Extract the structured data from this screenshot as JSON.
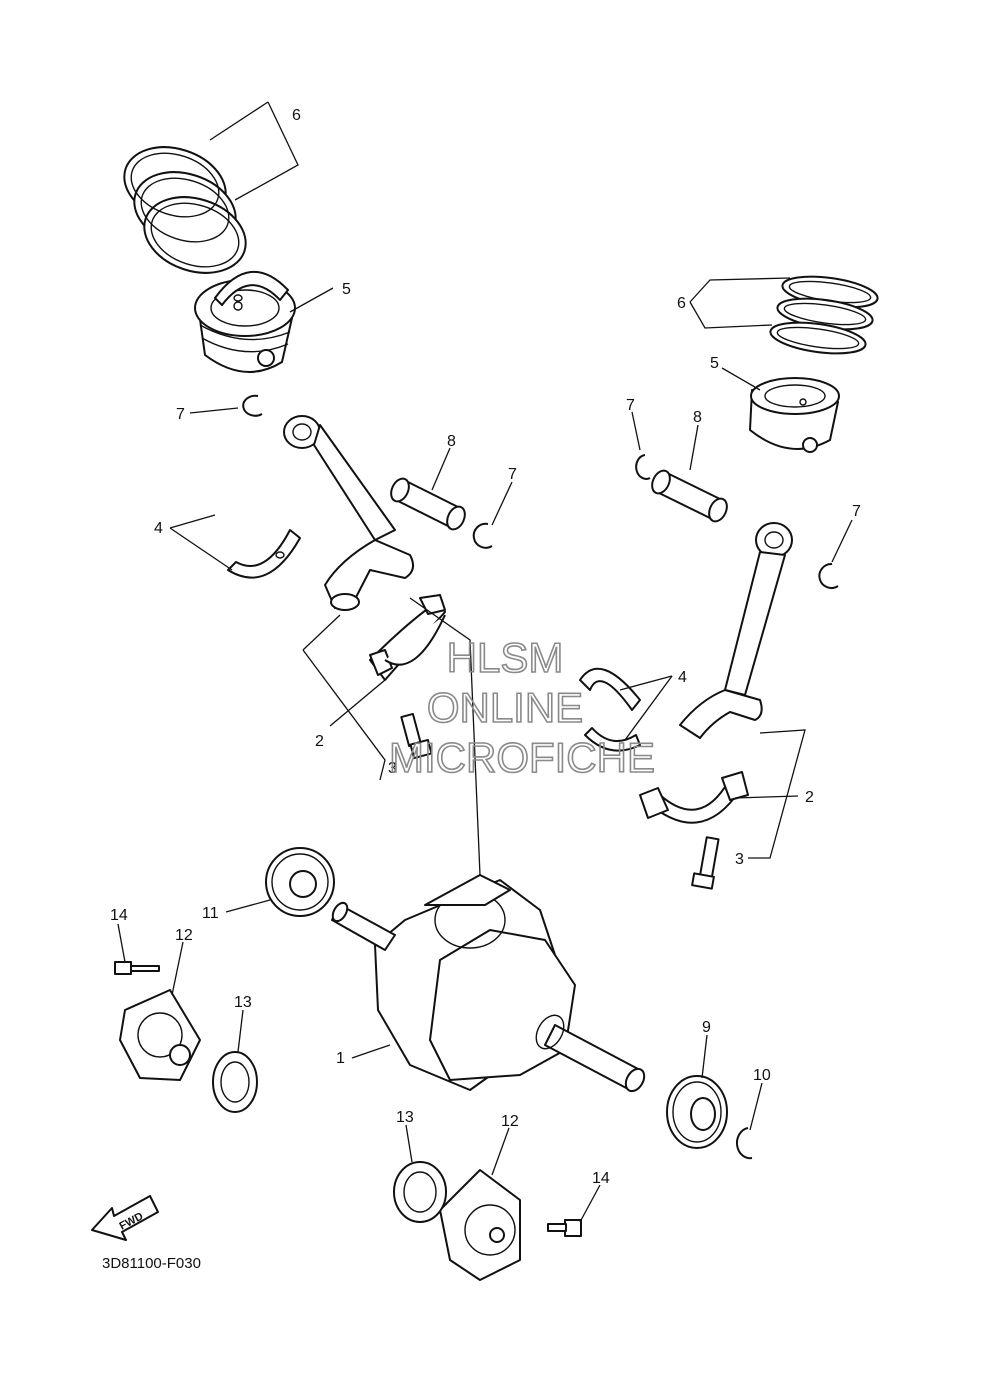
{
  "watermark": {
    "line1": "HLSM",
    "line2": "ONLINE",
    "line3": "MICROFICHE",
    "color": "#8a8a8a"
  },
  "diagram_code": "3D81100-F030",
  "fwd_label": "FWD",
  "callouts": {
    "c1": "1",
    "c2_left": "2",
    "c2_right": "2",
    "c3_left": "3",
    "c3_right": "3",
    "c4_left": "4",
    "c4_right": "4",
    "c5_left": "5",
    "c5_right": "5",
    "c6_left": "6",
    "c6_right": "6",
    "c7_left_a": "7",
    "c7_left_b": "7",
    "c7_right_a": "7",
    "c7_right_b": "7",
    "c8_left": "8",
    "c8_right": "8",
    "c9": "9",
    "c10": "10",
    "c11": "11",
    "c12_left": "12",
    "c12_bottom": "12",
    "c13_left": "13",
    "c13_bottom": "13",
    "c14_left": "14",
    "c14_bottom": "14"
  }
}
